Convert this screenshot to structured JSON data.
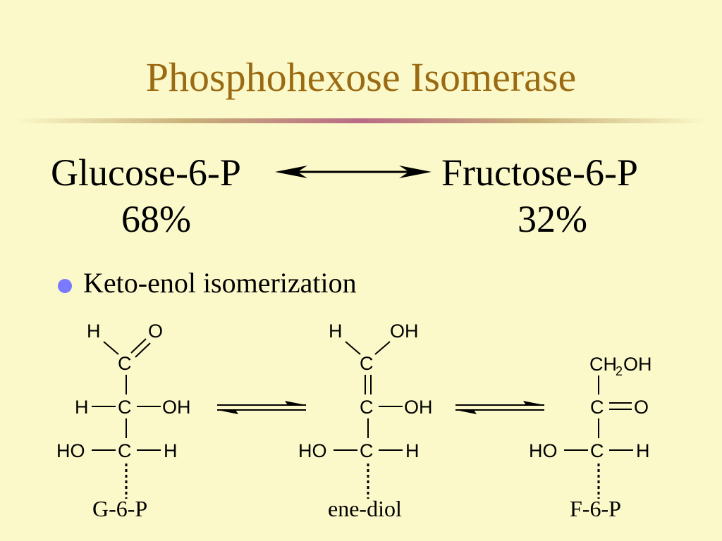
{
  "slide": {
    "title": "Phosphohexose Isomerase",
    "equation": {
      "left": "Glucose-6-P",
      "right": "Fructose-6-P",
      "left_percent": "68%",
      "right_percent": "32%"
    },
    "bullet": "Keto-enol isomerization",
    "structures": {
      "g6p": {
        "caption": "G-6-P",
        "top_left": "H",
        "top_right": "O",
        "c1": "C",
        "row2_left": "H",
        "c2": "C",
        "row2_right": "OH",
        "row3_left": "HO",
        "c3": "C",
        "row3_right": "H"
      },
      "enediol": {
        "caption": "ene-diol",
        "top_left": "H",
        "top_right": "OH",
        "c1": "C",
        "c2": "C",
        "row2_right": "OH",
        "row3_left": "HO",
        "c3": "C",
        "row3_right": "H"
      },
      "f6p": {
        "caption": "F-6-P",
        "top_main": "CH",
        "top_sub": "2",
        "top_tail": "OH",
        "c2": "C",
        "row2_right": "O",
        "row3_left": "HO",
        "c3": "C",
        "row3_right": "H"
      }
    }
  }
}
